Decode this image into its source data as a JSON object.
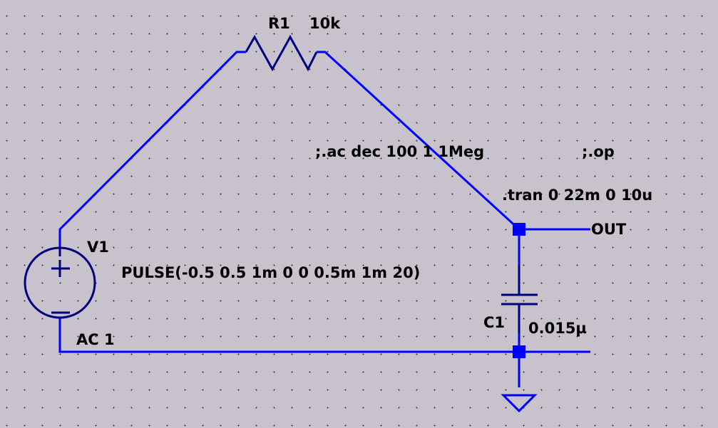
{
  "colors": {
    "wire": "#0000ff",
    "component": "#000080",
    "background": "#c8c2cc",
    "text": "#000000"
  },
  "components": {
    "r1": {
      "name": "R1",
      "value": "10k"
    },
    "c1": {
      "name": "C1",
      "value": "0.015µ"
    },
    "v1": {
      "name": "V1",
      "value": "PULSE(-0.5 0.5 1m 0 0 0.5m 1m 20)",
      "ac": "AC 1"
    }
  },
  "net_labels": {
    "out": "OUT"
  },
  "directives": {
    "ac": ";.ac dec 100 1 1Meg",
    "op": ";.op",
    "tran": ".tran 0 22m 0 10u"
  }
}
